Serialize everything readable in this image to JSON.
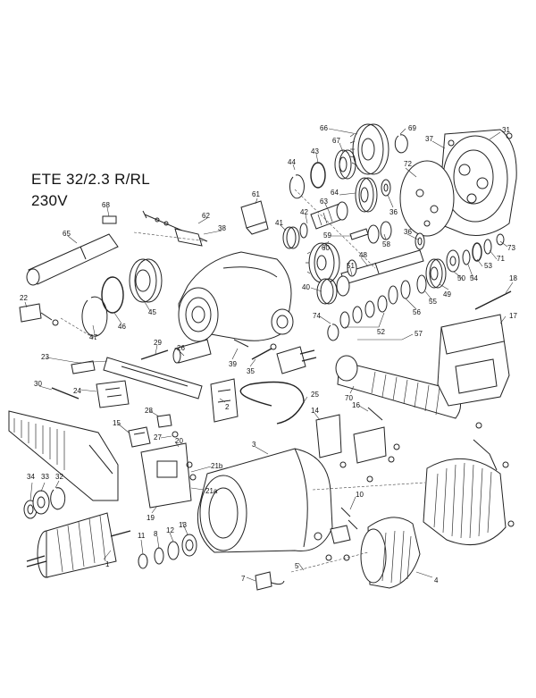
{
  "header": {
    "model": "ETE 32/2.3 R/RL",
    "voltage": "230V"
  },
  "parts": [
    {
      "id": "p66",
      "label": "66"
    },
    {
      "id": "p69",
      "label": "69"
    },
    {
      "id": "p31",
      "label": "31"
    },
    {
      "id": "p67",
      "label": "67"
    },
    {
      "id": "p37",
      "label": "37"
    },
    {
      "id": "p43",
      "label": "43"
    },
    {
      "id": "p44",
      "label": "44"
    },
    {
      "id": "p72",
      "label": "72"
    },
    {
      "id": "p61",
      "label": "61"
    },
    {
      "id": "p62",
      "label": "62"
    },
    {
      "id": "p38",
      "label": "38"
    },
    {
      "id": "p68",
      "label": "68"
    },
    {
      "id": "p65",
      "label": "65"
    },
    {
      "id": "p41",
      "label": "41"
    },
    {
      "id": "p42",
      "label": "42"
    },
    {
      "id": "p63",
      "label": "63"
    },
    {
      "id": "p64",
      "label": "64"
    },
    {
      "id": "p36a",
      "label": "36"
    },
    {
      "id": "p59",
      "label": "59"
    },
    {
      "id": "p58",
      "label": "58"
    },
    {
      "id": "p60",
      "label": "60"
    },
    {
      "id": "p36b",
      "label": "36"
    },
    {
      "id": "p48",
      "label": "48"
    },
    {
      "id": "p73",
      "label": "73"
    },
    {
      "id": "p71",
      "label": "71"
    },
    {
      "id": "p53",
      "label": "53"
    },
    {
      "id": "p50",
      "label": "50"
    },
    {
      "id": "p54",
      "label": "54"
    },
    {
      "id": "p51",
      "label": "51"
    },
    {
      "id": "p49",
      "label": "49"
    },
    {
      "id": "p55",
      "label": "55"
    },
    {
      "id": "p40",
      "label": "40"
    },
    {
      "id": "p18",
      "label": "18"
    },
    {
      "id": "p56",
      "label": "56"
    },
    {
      "id": "p74",
      "label": "74"
    },
    {
      "id": "p52",
      "label": "52"
    },
    {
      "id": "p57",
      "label": "57"
    },
    {
      "id": "p17",
      "label": "17"
    },
    {
      "id": "p22",
      "label": "22"
    },
    {
      "id": "p45",
      "label": "45"
    },
    {
      "id": "p46",
      "label": "46"
    },
    {
      "id": "p47",
      "label": "47"
    },
    {
      "id": "p29",
      "label": "29"
    },
    {
      "id": "p26",
      "label": "26"
    },
    {
      "id": "p39",
      "label": "39"
    },
    {
      "id": "p35",
      "label": "35"
    },
    {
      "id": "p23",
      "label": "23"
    },
    {
      "id": "p70",
      "label": "70"
    },
    {
      "id": "p30",
      "label": "30"
    },
    {
      "id": "p24",
      "label": "24"
    },
    {
      "id": "p2",
      "label": "2"
    },
    {
      "id": "p25",
      "label": "25"
    },
    {
      "id": "p28",
      "label": "28"
    },
    {
      "id": "p27",
      "label": "27"
    },
    {
      "id": "p15",
      "label": "15"
    },
    {
      "id": "p16",
      "label": "16"
    },
    {
      "id": "p14",
      "label": "14"
    },
    {
      "id": "p20",
      "label": "20"
    },
    {
      "id": "p3",
      "label": "3"
    },
    {
      "id": "p21b",
      "label": "21b"
    },
    {
      "id": "p21a",
      "label": "21a"
    },
    {
      "id": "p34",
      "label": "34"
    },
    {
      "id": "p33",
      "label": "33"
    },
    {
      "id": "p32",
      "label": "32"
    },
    {
      "id": "p19",
      "label": "19"
    },
    {
      "id": "p10",
      "label": "10"
    },
    {
      "id": "p13",
      "label": "13"
    },
    {
      "id": "p11",
      "label": "11"
    },
    {
      "id": "p8",
      "label": "8"
    },
    {
      "id": "p12",
      "label": "12"
    },
    {
      "id": "p1",
      "label": "1"
    },
    {
      "id": "p5",
      "label": "5"
    },
    {
      "id": "p7",
      "label": "7"
    },
    {
      "id": "p4",
      "label": "4"
    }
  ]
}
